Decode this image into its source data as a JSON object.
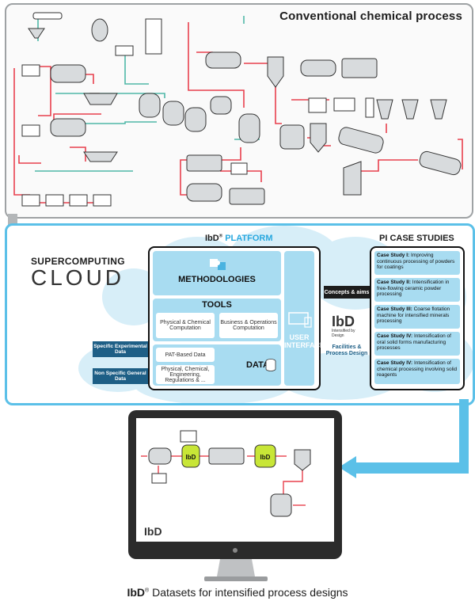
{
  "process": {
    "title": "Conventional chemical process"
  },
  "cloud": {
    "line1": "SUPERCOMPUTING",
    "line2": "CLOUD"
  },
  "platform": {
    "title_prefix": "IbD",
    "title_suffix": "PLATFORM",
    "methodologies": "METHODOLOGIES",
    "tools": "TOOLS",
    "tool_items": [
      "Physical & Chemical Computation",
      "Business & Operations Computation"
    ],
    "data": "DATA",
    "data_items": [
      "PAT-Based Data",
      "Physical, Chemical, Engineering, Regulations & ..."
    ],
    "user_interface": "USER INTERFACE"
  },
  "inputs": {
    "specific": "Specific Experimental Data",
    "nonspecific": "Non Specific General Data"
  },
  "concepts": "Concepts & aims",
  "facilities": "Facilities & Process Design",
  "ibd_logo": {
    "text": "IbD",
    "tagline": "Intensified by Design"
  },
  "pi": {
    "title": "PI CASE STUDIES",
    "cases": [
      {
        "head": "Case Study I:",
        "text": "Improving continuous processing of powders for coatings"
      },
      {
        "head": "Case Study II:",
        "text": "Intensification in free-flowing ceramic powder processing"
      },
      {
        "head": "Case Study III:",
        "text": "Coarse flotation machine for intensified minerals processing"
      },
      {
        "head": "Case Study IV:",
        "text": "Intensification of oral solid forms manufacturing processes"
      },
      {
        "head": "Case Study IV:",
        "text": "Intensification of chemical processing involving solid reagents"
      }
    ]
  },
  "monitor": {
    "node1": "IbD",
    "node2": "IbD",
    "logo": "IbD"
  },
  "caption": {
    "bold": "IbD",
    "rest": " Datasets for intensified process designs"
  },
  "colors": {
    "accent": "#5bc0e8",
    "block": "#a8dcf1",
    "dark_blue": "#1e5f86",
    "pipe_red": "#e8404d",
    "pipe_teal": "#4fb8a8",
    "screen_green": "#c8e637"
  }
}
